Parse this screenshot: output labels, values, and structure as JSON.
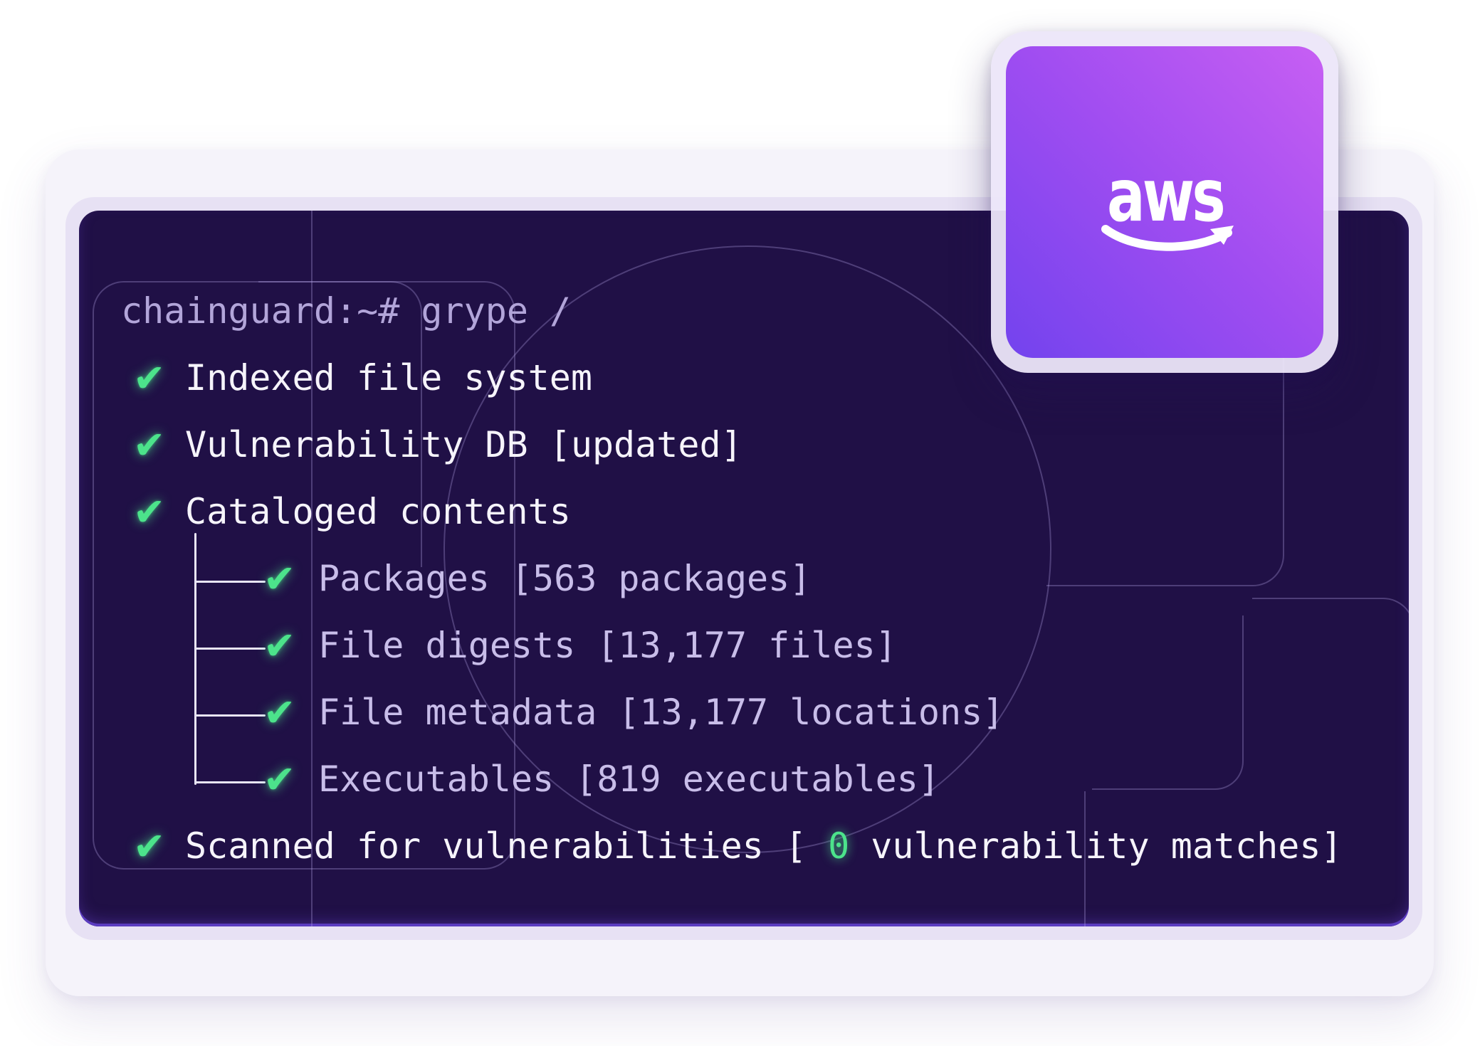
{
  "icons": {
    "check": "✔"
  },
  "colors": {
    "page_bg": "#ffffff",
    "outer_card_bg": "#f5f3fa",
    "ring_bg": "#e7e1f4",
    "terminal_bg": "#201046",
    "terminal_bottom_accent": "#5b3cc0",
    "accent_green": "#4ce38b",
    "text_white": "#f6f4fb",
    "text_lavender": "#c8bde9",
    "prompt_lavender": "#b2a5d9",
    "badge_gradient_start": "#c75ff3",
    "badge_gradient_end": "#7343ee"
  },
  "terminal": {
    "prompt": "chainguard:~# grype /",
    "items": [
      {
        "text": "Indexed file system"
      },
      {
        "text": "Vulnerability DB [updated]"
      },
      {
        "text": "Cataloged contents"
      },
      {
        "text": "Packages [563 packages]"
      },
      {
        "text": "File digests [13,177 files]"
      },
      {
        "text": "File metadata [13,177 locations]"
      },
      {
        "text": "Executables [819 executables]"
      }
    ],
    "scan_row": {
      "prefix": "Scanned for vulnerabilities [ ",
      "count": "0",
      "suffix": " vulnerability matches]"
    }
  },
  "badge": {
    "label": "aws"
  }
}
